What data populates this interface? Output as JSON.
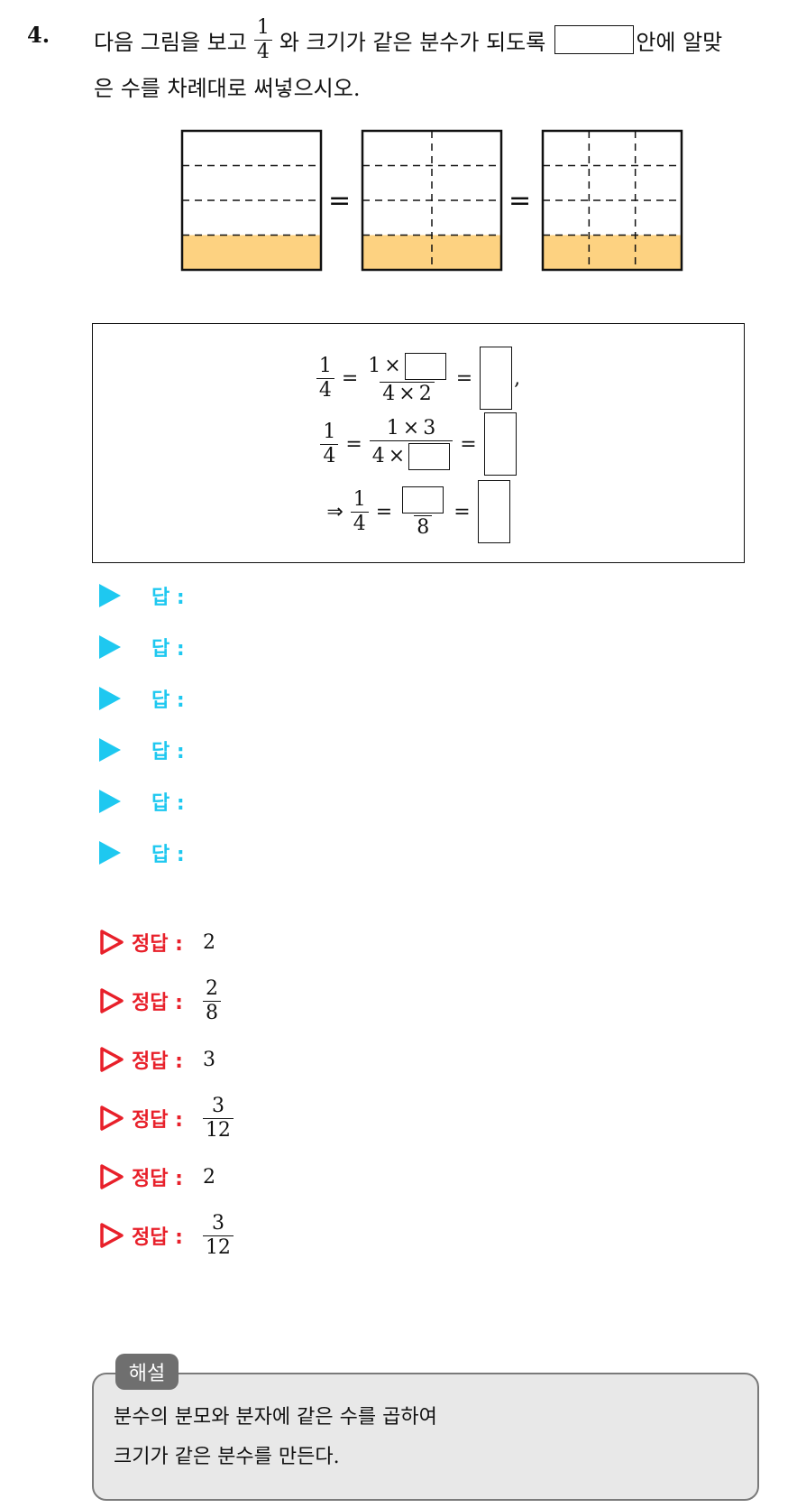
{
  "question": {
    "number": "4.",
    "text_before_fraction": "다음 그림을 보고",
    "fraction": {
      "numerator": "1",
      "denominator": "4"
    },
    "text_after_fraction": "와 크기가 같은 분수가 되도록",
    "text_after_blank": "안에 알맞",
    "line2": "은 수를 차례대로 써넣으시오."
  },
  "figure": {
    "equals": "=",
    "fill_color": "#fdd281",
    "diagrams": [
      {
        "rows": 4,
        "cols": 1,
        "shaded_rows": 1
      },
      {
        "rows": 4,
        "cols": 2,
        "shaded_rows": 1
      },
      {
        "rows": 4,
        "cols": 3,
        "shaded_rows": 1
      }
    ]
  },
  "formula": {
    "equals": "=",
    "times": "×",
    "comma": ",",
    "arrow": "⇒",
    "row1": {
      "left_num": "1",
      "left_den": "4",
      "mid_num": "1",
      "mid_den_a": "4",
      "mid_den_b": "2"
    },
    "row2": {
      "left_num": "1",
      "left_den": "4",
      "mid_num_a": "1",
      "mid_num_b": "3",
      "mid_den": "4"
    },
    "row3": {
      "left_num": "1",
      "left_den": "4",
      "mid_den": "8"
    }
  },
  "answer_rows": [
    {
      "label": "답 :"
    },
    {
      "label": "답 :"
    },
    {
      "label": "답 :"
    },
    {
      "label": "답 :"
    },
    {
      "label": "답 :"
    },
    {
      "label": "답 :"
    }
  ],
  "answer_keys": [
    {
      "label": "정답 :",
      "value": "2"
    },
    {
      "label": "정답 :",
      "numerator": "2",
      "denominator": "8"
    },
    {
      "label": "정답 :",
      "value": "3"
    },
    {
      "label": "정답 :",
      "numerator": "3",
      "denominator": "12"
    },
    {
      "label": "정답 :",
      "value": "2"
    },
    {
      "label": "정답 :",
      "numerator": "3",
      "denominator": "12"
    }
  ],
  "explanation": {
    "tag": "해설",
    "line1": "분수의 분모와 분자에 같은 수를 곱하여",
    "line2": "크기가 같은 분수를 만든다."
  }
}
